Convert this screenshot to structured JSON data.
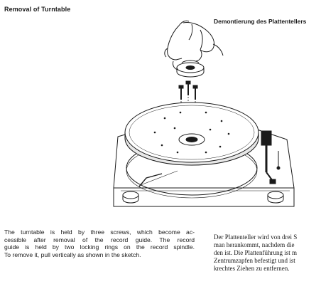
{
  "headings": {
    "english": "Removal of Turntable",
    "german": "Demontierung des Plattentellers"
  },
  "english_text": {
    "lines": [
      "The turntable is held by three screws, which become ac-",
      "cessible after removal of the record guide. The record",
      "guide is held by two locking rings on the record spindle.",
      "To remove it, pull vertically as shown in the sketch."
    ]
  },
  "german_text": {
    "lines": [
      "Der Plattenteller wird von drei S",
      "man herankommt, nachdem die",
      "den ist. Die Plattenführung ist m",
      "Zentrumzapfen befestigt und ist",
      "krechtes Ziehen zu entfernen."
    ]
  },
  "illustration": {
    "subject": "hand lifting record guide off turntable",
    "screw_count": 3
  }
}
